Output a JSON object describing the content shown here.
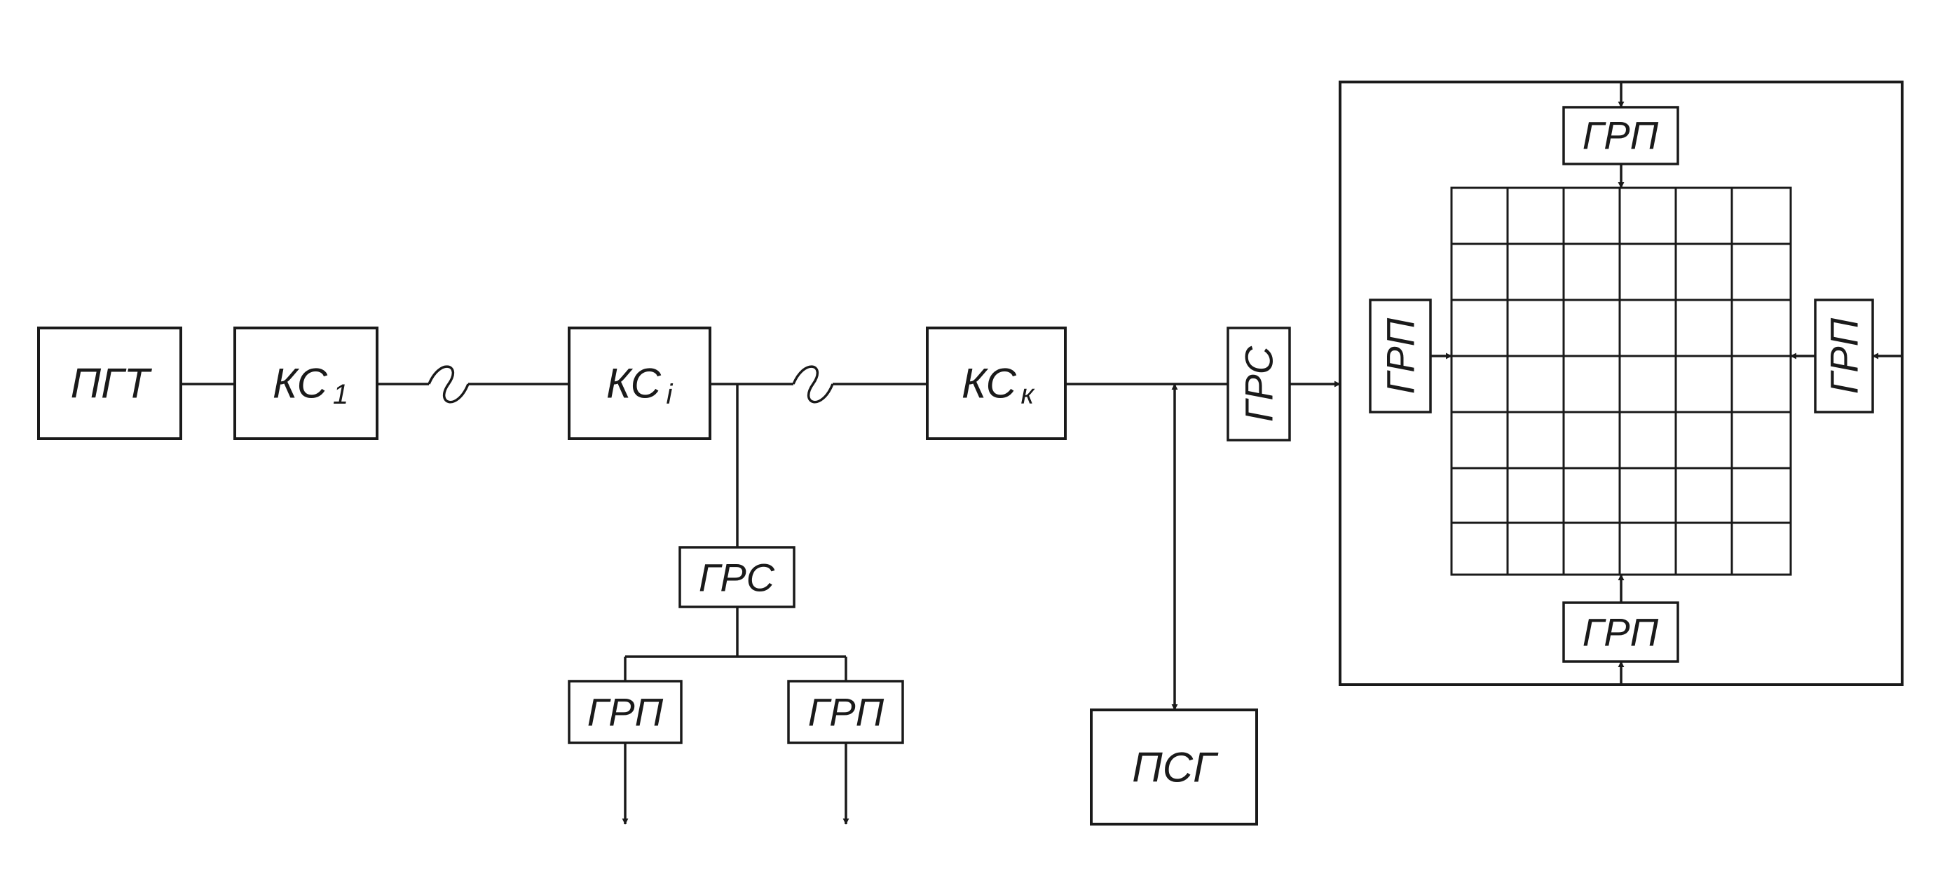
{
  "blocks": {
    "pgt": "ПГТ",
    "ks1_main": "КС",
    "ks1_sub": "1",
    "ksi_main": "КС",
    "ksi_sub": "i",
    "ksk_main": "КС",
    "ksk_sub": "к",
    "psg": "ПСГ",
    "grs_branch": "ГРС",
    "grs_city": "ГРС",
    "grp_left": "ГРП",
    "grp_right": "ГРП",
    "grp_city_top": "ГРП",
    "grp_city_bottom": "ГРП",
    "grp_city_left": "ГРП",
    "grp_city_right": "ГРП"
  },
  "colors": {
    "stroke": "#1a1a1a",
    "background": "#ffffff"
  }
}
